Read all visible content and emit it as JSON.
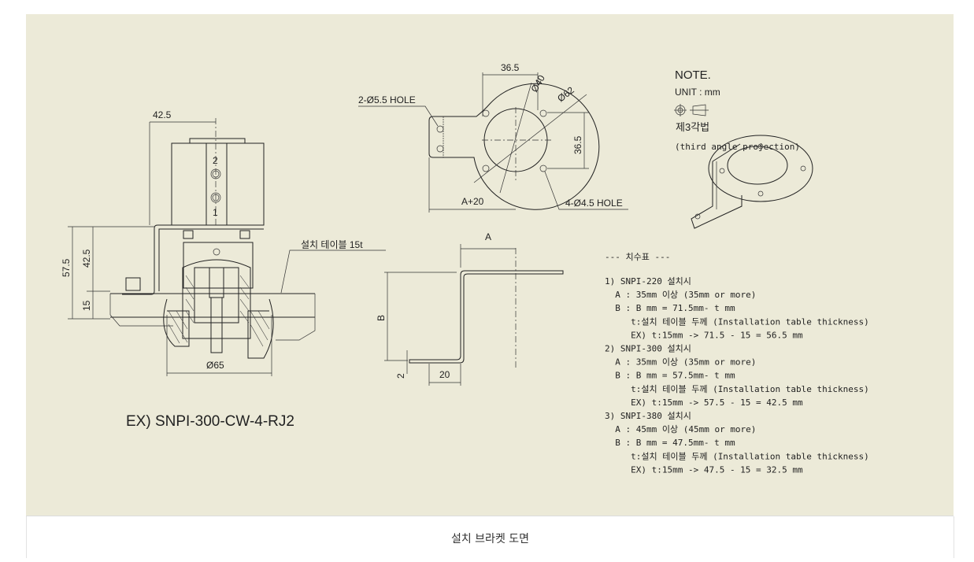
{
  "caption": "설치 브라켓 도면",
  "drawing": {
    "left_view": {
      "dim_top": "42.5",
      "dim_total": "57.5",
      "dim_upper": "42.5",
      "dim_table": "15",
      "dim_diameter": "Ø65",
      "port_top": "2",
      "port_bottom": "1",
      "table_label": "설치 테이블 15t",
      "example_model": "EX) SNPI-300-CW-4-RJ2"
    },
    "top_view": {
      "dim_width": "36.5",
      "dim_height": "36.5",
      "dim_inner": "Ø40",
      "dim_outer": "Ø62",
      "dim_base": "A+20",
      "hole_mount": "2-Ø5.5 HOLE",
      "hole_flange": "4-Ø4.5 HOLE"
    },
    "side_view": {
      "dim_a": "A",
      "dim_b": "B",
      "dim_thickness": "2",
      "dim_foot": "20"
    },
    "note": {
      "title": "NOTE.",
      "unit": "UNIT : mm",
      "projection_kr": "제3각법",
      "projection_en": "(third angle projection)"
    },
    "dimension_table": {
      "title": "--- 치수표 ---",
      "lines": [
        "1) SNPI-220 설치시",
        "  A : 35mm 이상 (35mm or more)",
        "  B : B mm = 71.5mm- t mm",
        "     t:설치 테이블 두께 (Installation table thickness)",
        "     EX) t:15mm -> 71.5 - 15 = 56.5 mm",
        "2) SNPI-300 설치시",
        "  A : 35mm 이상 (35mm or more)",
        "  B : B mm = 57.5mm- t mm",
        "     t:설치 테이블 두께 (Installation table thickness)",
        "     EX) t:15mm -> 57.5 - 15 = 42.5 mm",
        "3) SNPI-380 설치시",
        "  A : 45mm 이상 (45mm or more)",
        "  B : B mm = 47.5mm- t mm",
        "     t:설치 테이블 두께 (Installation table thickness)",
        "     EX) t:15mm -> 47.5 - 15 = 32.5 mm"
      ]
    }
  }
}
